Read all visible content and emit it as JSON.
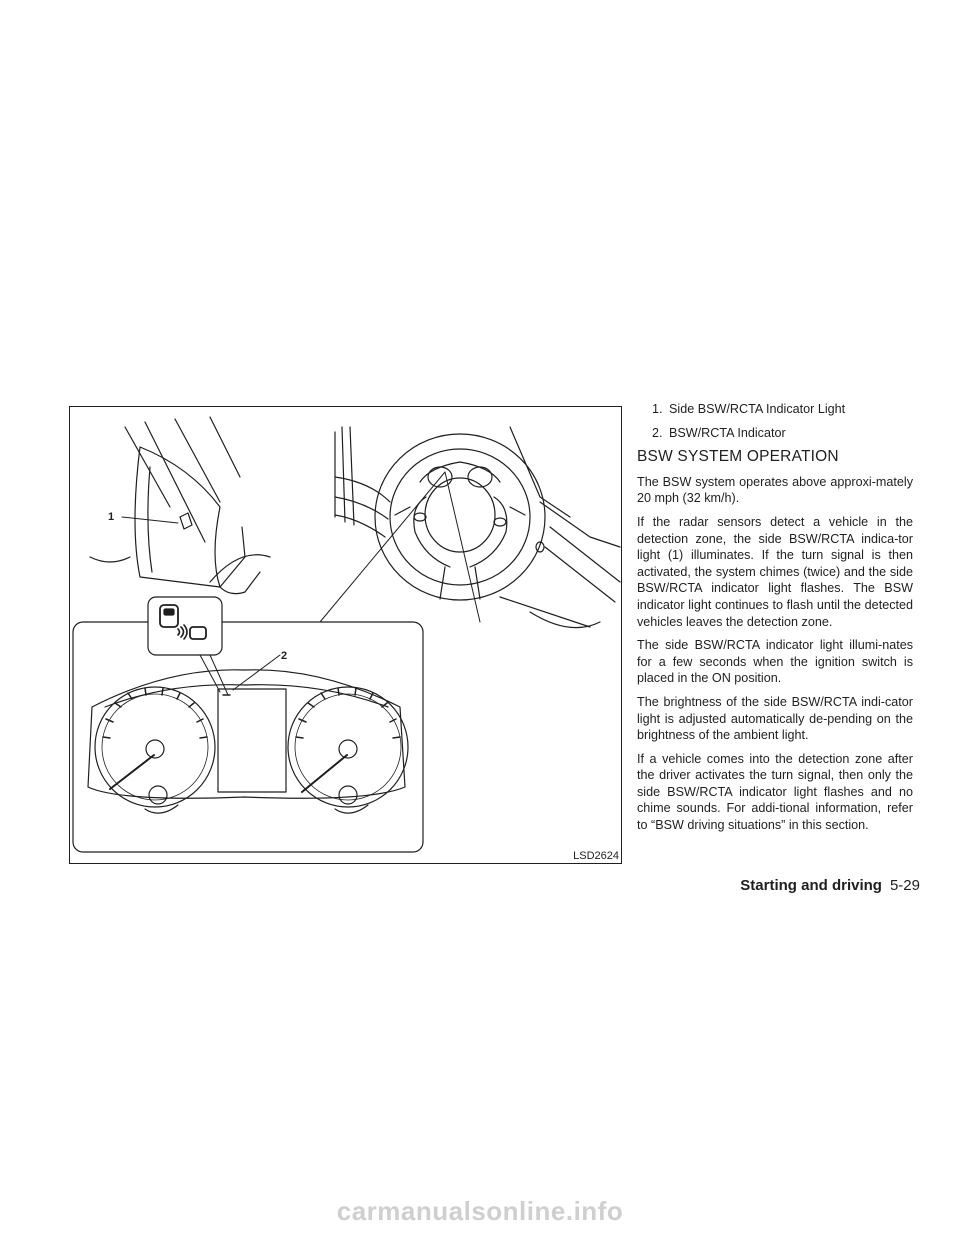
{
  "figure": {
    "code": "LSD2624",
    "callout_1": "1",
    "callout_2": "2"
  },
  "legend": [
    {
      "num": "1.",
      "text": "Side BSW/RCTA Indicator Light"
    },
    {
      "num": "2.",
      "text": "BSW/RCTA Indicator"
    }
  ],
  "section_title": "BSW SYSTEM OPERATION",
  "paragraphs": [
    "The BSW system operates above approxi-mately 20 mph (32 km/h).",
    "If the radar sensors detect a vehicle in the detection zone, the side BSW/RCTA indica-tor light (1) illuminates. If the turn signal is then activated, the system chimes (twice) and the side BSW/RCTA indicator light flashes. The BSW indicator light continues to flash until the detected vehicles leaves the detection zone.",
    "The side BSW/RCTA indicator light illumi-nates for a few seconds when the ignition switch is placed in the ON position.",
    "The brightness of the side BSW/RCTA indi-cator light is adjusted automatically de-pending on the brightness of the ambient light.",
    "If a vehicle comes into the detection zone after the driver activates the turn signal, then only the side BSW/RCTA indicator light flashes and no chime sounds. For addi-tional information, refer to “BSW driving situations” in this section."
  ],
  "footer": {
    "section": "Starting and driving",
    "page": "5-29"
  },
  "watermark": "carmanualsonline.info"
}
